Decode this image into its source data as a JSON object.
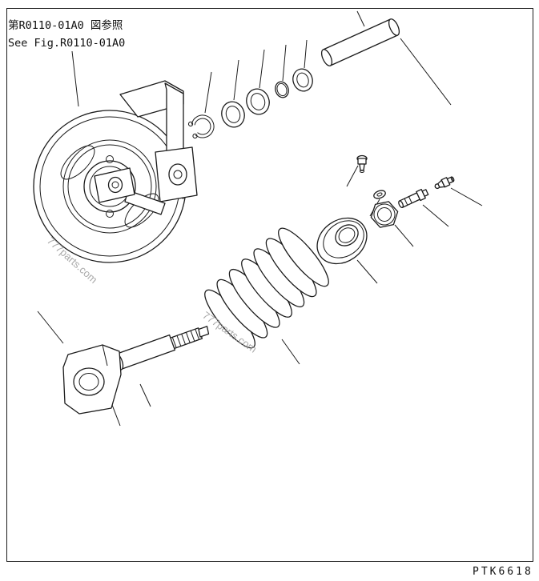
{
  "header": {
    "reference_jp": "第R0110-01A0 図参照",
    "reference_en": "See Fig.R0110-01A0"
  },
  "watermark": {
    "text": "777parts.com"
  },
  "footer": {
    "drawing_code": "PTK6618"
  },
  "colors": {
    "line": "#1c1c1c",
    "watermark": "#9b9b9b",
    "background": "#ffffff"
  }
}
